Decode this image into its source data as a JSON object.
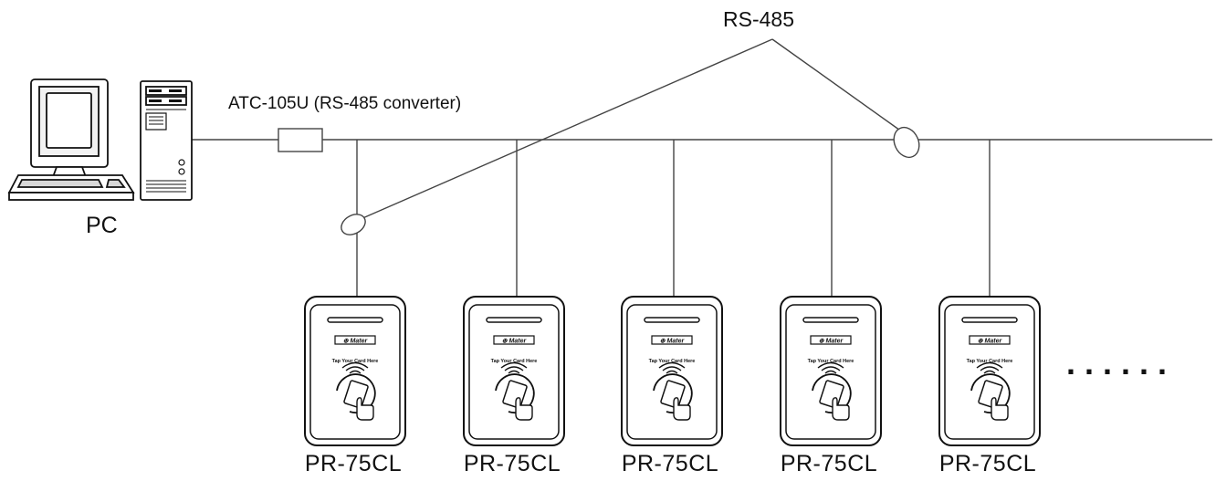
{
  "labels": {
    "bus": "RS-485",
    "converter": "ATC-105U (RS-485 converter)",
    "pc": "PC",
    "more": "......"
  },
  "readers": [
    {
      "name": "PR-75CL",
      "brand": "Mater",
      "prompt": "Tap Your Card Here"
    },
    {
      "name": "PR-75CL",
      "brand": "Mater",
      "prompt": "Tap Your Card Here"
    },
    {
      "name": "PR-75CL",
      "brand": "Mater",
      "prompt": "Tap Your Card Here"
    },
    {
      "name": "PR-75CL",
      "brand": "Mater",
      "prompt": "Tap Your Card Here"
    },
    {
      "name": "PR-75CL",
      "brand": "Mater",
      "prompt": "Tap Your Card Here"
    }
  ]
}
